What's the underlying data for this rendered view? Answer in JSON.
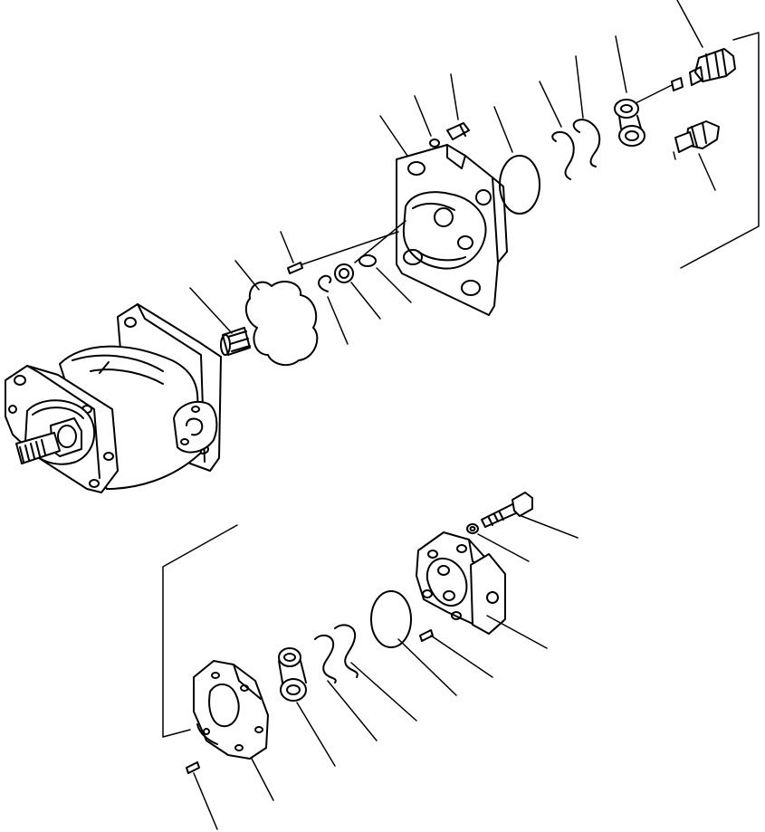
{
  "diagram": {
    "type": "exploded-parts-diagram",
    "text_labels": [],
    "parts": [
      "shaft",
      "connector",
      "oil-seal-set",
      "snap-ring",
      "snap-ring",
      "gasket",
      "bolt",
      "washer",
      "front-cover-plate",
      "dowel-pin",
      "bearing",
      "snap-ring",
      "o-ring",
      "bushing",
      "gasket",
      "pump-housing",
      "bolt",
      "washer",
      "rear-cover",
      "dowel-pin",
      "gasket",
      "snap-ring",
      "snap-ring",
      "oil-seal-set",
      "gear-plate",
      "dowel-pin"
    ]
  }
}
